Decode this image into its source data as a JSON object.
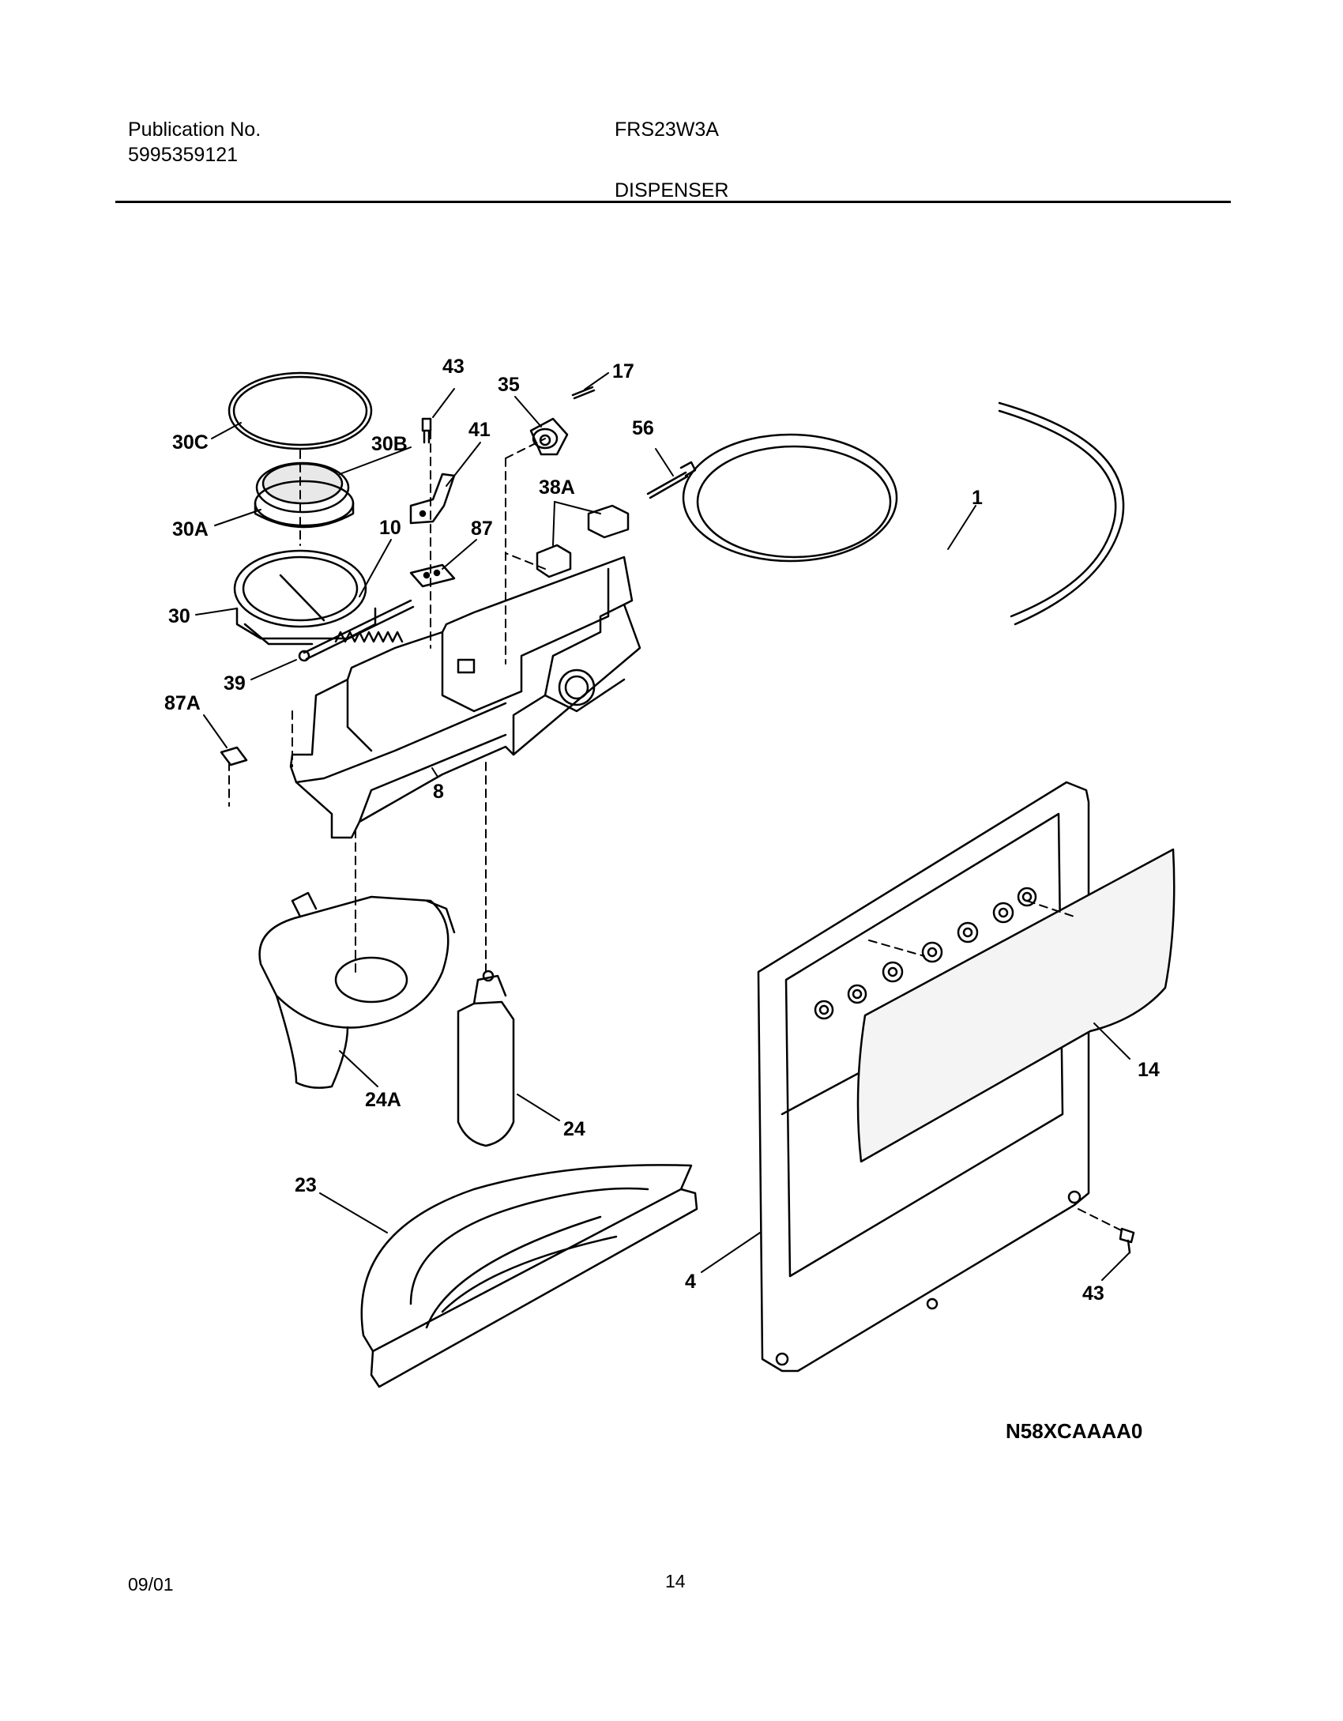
{
  "header": {
    "publication_label": "Publication No.",
    "publication_number": "5995359121",
    "model": "FRS23W3A",
    "section_title": "DISPENSER"
  },
  "callouts": [
    "30C",
    "43",
    "35",
    "17",
    "30B",
    "41",
    "56",
    "30A",
    "38A",
    "10",
    "87",
    "1",
    "30",
    "39",
    "87A",
    "8",
    "24A",
    "24",
    "14",
    "23",
    "4",
    "43"
  ],
  "diagram_code": "N58XCAAAA0",
  "footer": {
    "date": "09/01",
    "page_number": "14"
  }
}
